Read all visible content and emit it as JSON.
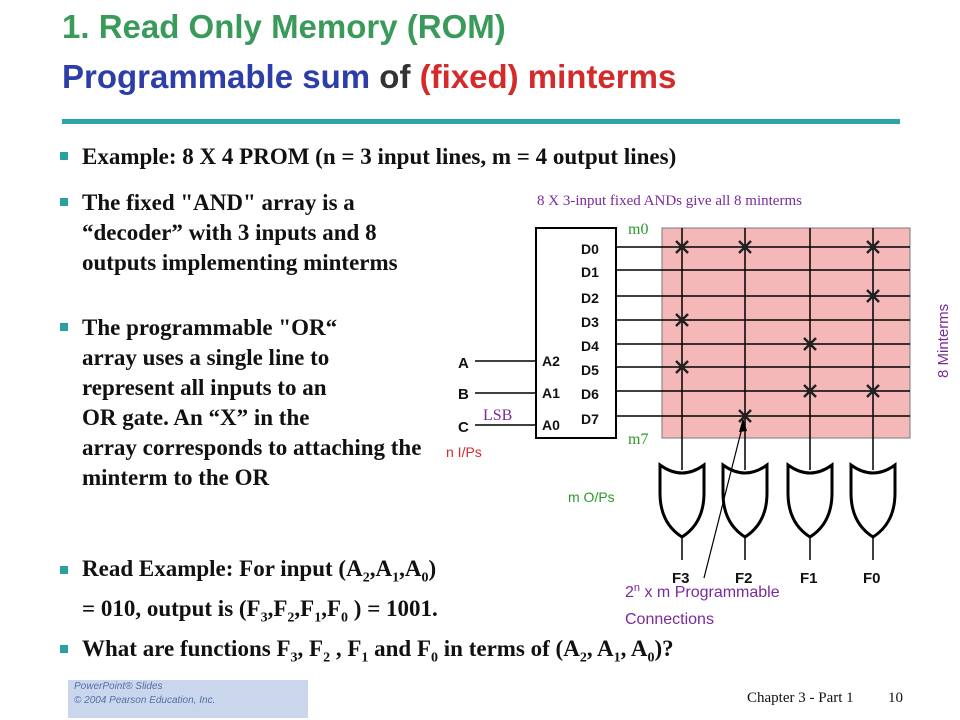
{
  "title": {
    "line1": "1. Read Only Memory (ROM)",
    "line2_part1": "Programmable sum",
    "line2_part2": "of",
    "line2_part3": "(fixed) minterms"
  },
  "bullets": {
    "b1": "Example: 8 X 4 PROM (n = 3 input lines,  m = 4 output lines)",
    "b2": [
      "The fixed \"AND\" array is a",
      "“decoder” with 3 inputs and 8",
      "outputs implementing minterms"
    ],
    "b3": [
      "The programmable \"OR“",
      "array uses a single line to",
      "represent all inputs to an",
      "OR gate.  An “X” in the",
      "array corresponds to attaching the",
      "minterm to the OR"
    ],
    "b4_line1": "Read Example: For input (A",
    "b4_line2": "= 010, output is (F",
    "b5": "What are functions F"
  },
  "diagram": {
    "top_caption": "8  X 3-input fixed ANDs give all 8 minterms",
    "m_first": "m0",
    "m_last": "m7",
    "minterms_label": "8 Minterms",
    "decoder_outputs": [
      "D0",
      "D1",
      "D2",
      "D3",
      "D4",
      "D5",
      "D6",
      "D7"
    ],
    "decoder_inputs": [
      "A2",
      "A1",
      "A0"
    ],
    "inputs": [
      "A",
      "B",
      "C"
    ],
    "lsb": "LSB",
    "n_inputs": "n I/Ps",
    "m_outputs": "m O/Ps",
    "outputs": [
      "F3",
      "F2",
      "F1",
      "F0"
    ],
    "connections_line1": "2",
    "connections_sup": "n",
    "connections_line1_rest": " x m Programmable",
    "connections_line2": "Connections",
    "connections": {
      "F3": [
        0,
        3,
        5
      ],
      "F2": [
        0,
        7
      ],
      "F1": [
        4,
        6
      ],
      "F0": [
        0,
        2,
        6
      ]
    },
    "colors": {
      "array_fill": "#f4b8b8",
      "purple": "#7a2a9a",
      "green": "#2a9a2a",
      "red": "#d42a2a"
    }
  },
  "footer": {
    "chapter": "Chapter 3 - Part 1",
    "page": "10"
  },
  "logo": {
    "line1": "PowerPoint® Slides",
    "line2": "© 2004 Pearson Education, Inc."
  }
}
